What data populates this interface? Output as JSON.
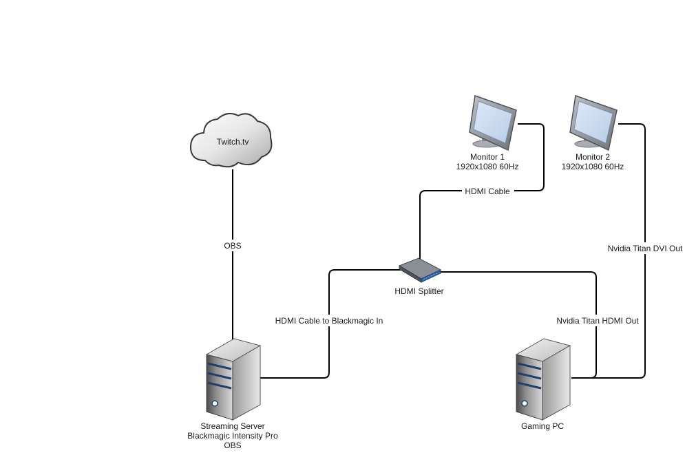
{
  "nodes": {
    "cloud": {
      "label": "Twitch.tv"
    },
    "monitor1": {
      "line1": "Monitor 1",
      "line2": "1920x1080 60Hz"
    },
    "monitor2": {
      "line1": "Monitor 2",
      "line2": "1920x1080 60Hz"
    },
    "splitter": {
      "label": "HDMI Splitter"
    },
    "streaming_server": {
      "line1": "Streaming Server",
      "line2": "Blackmagic Intensity Pro",
      "line3": "OBS"
    },
    "gaming_pc": {
      "label": "Gaming PC"
    }
  },
  "edges": {
    "cloud_server": "OBS",
    "splitter_monitor1": "HDMI Cable",
    "server_splitter": "HDMI Cable to Blackmagic In",
    "pc_splitter": "Nvidia Titan HDMI Out",
    "pc_monitor2": "Nvidia Titan DVI Out"
  }
}
